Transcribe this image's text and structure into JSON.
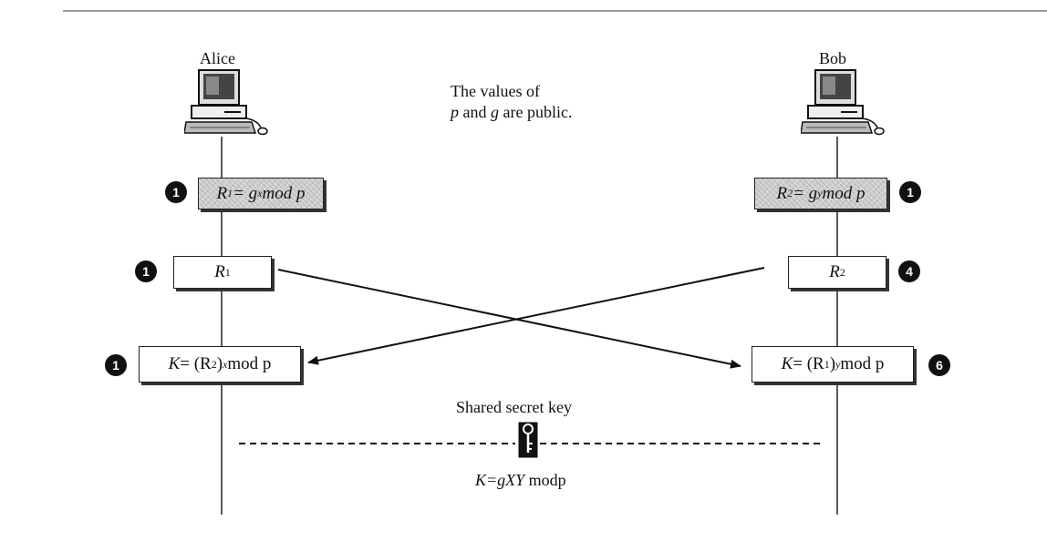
{
  "parties": {
    "alice": "Alice",
    "bob": "Bob"
  },
  "public_note": {
    "line1": "The values of",
    "line2_a": "p",
    "line2_and": " and ",
    "line2_b": "g",
    "line2_rest": " are public."
  },
  "alice": {
    "step1": {
      "badge": "1",
      "lhs": "R",
      "lhs_sub": "1",
      "eq": " = g",
      "exp": "x",
      "tail": " mod p"
    },
    "step2": {
      "badge": "1",
      "var": "R",
      "sub": "1"
    },
    "step3": {
      "badge": "1",
      "lhs": "K",
      "mid": " = (R",
      "sub": "2",
      "close": ")",
      "exp": "x",
      "tail": " mod p"
    }
  },
  "bob": {
    "step1": {
      "badge": "1",
      "lhs": "R",
      "lhs_sub": "2",
      "eq": " = g",
      "exp": "y",
      "tail": " mod p"
    },
    "step2": {
      "badge": "4",
      "var": "R",
      "sub": "2"
    },
    "step3": {
      "badge": "6",
      "lhs": "K",
      "mid": " = (R",
      "sub": "1",
      "close": ")",
      "exp": "y",
      "tail": " mod p"
    }
  },
  "shared": {
    "title": "Shared secret key",
    "formula_it": "K=gXY",
    "formula_tail": " modp"
  },
  "icons": {
    "computer": "computer-icon",
    "key": "key-icon"
  }
}
